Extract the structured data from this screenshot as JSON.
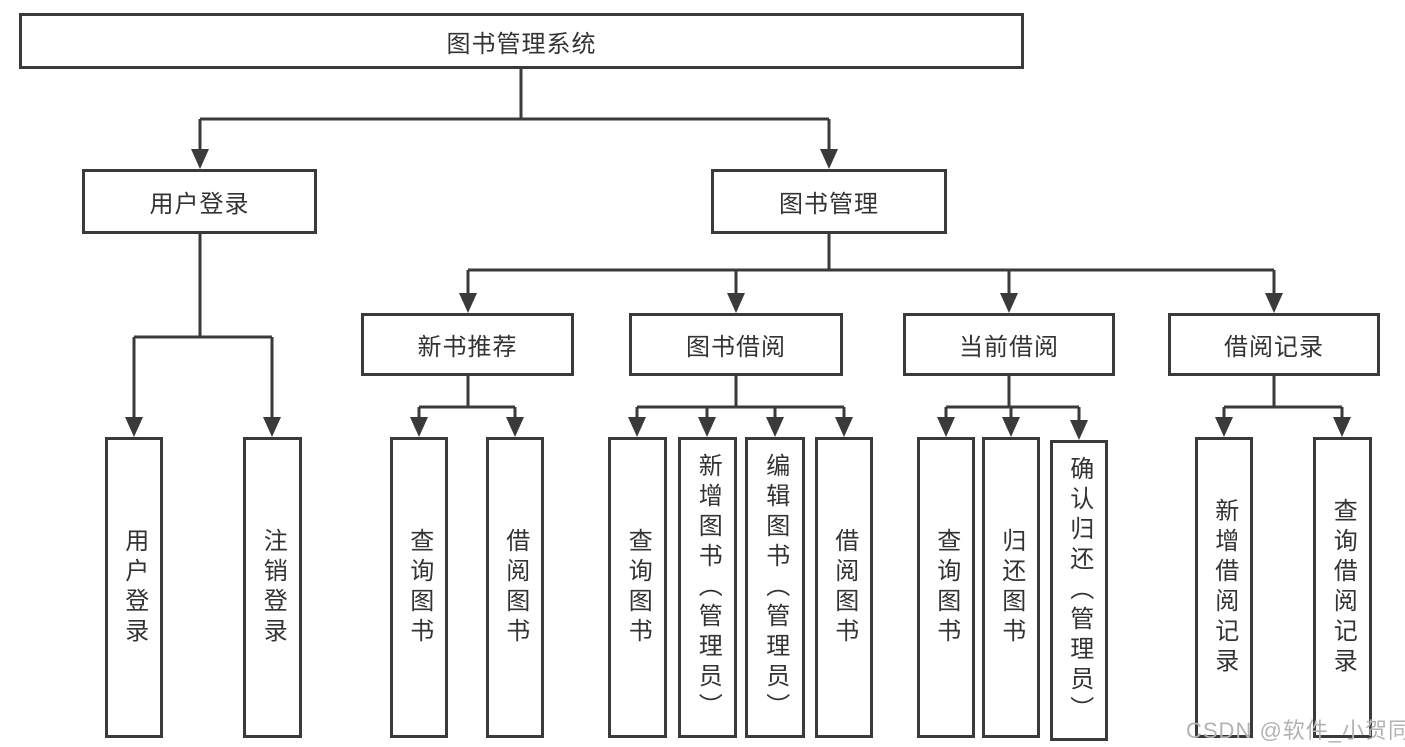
{
  "diagram": {
    "root": {
      "label": "图书管理系统"
    },
    "branches": [
      {
        "label": "用户登录",
        "children": [
          {
            "label": "用户登录"
          },
          {
            "label": "注销登录"
          }
        ]
      },
      {
        "label": "图书管理",
        "children": [
          {
            "label": "新书推荐",
            "children": [
              {
                "label": "查询图书"
              },
              {
                "label": "借阅图书"
              }
            ]
          },
          {
            "label": "图书借阅",
            "children": [
              {
                "label": "查询图书"
              },
              {
                "label": "新增图书（管理员）"
              },
              {
                "label": "编辑图书（管理员）"
              },
              {
                "label": "借阅图书"
              }
            ]
          },
          {
            "label": "当前借阅",
            "children": [
              {
                "label": "查询图书"
              },
              {
                "label": "归还图书"
              },
              {
                "label": "确认归还（管理员）"
              }
            ]
          },
          {
            "label": "借阅记录",
            "children": [
              {
                "label": "新增借阅记录"
              },
              {
                "label": "查询借阅记录"
              }
            ]
          }
        ]
      }
    ]
  },
  "watermark": {
    "text": "CSDN @软件_小贺同学"
  },
  "colors": {
    "line": "#3a3a3a",
    "text": "#333333",
    "watermark": "#b3b3b3",
    "background": "#ffffff"
  }
}
